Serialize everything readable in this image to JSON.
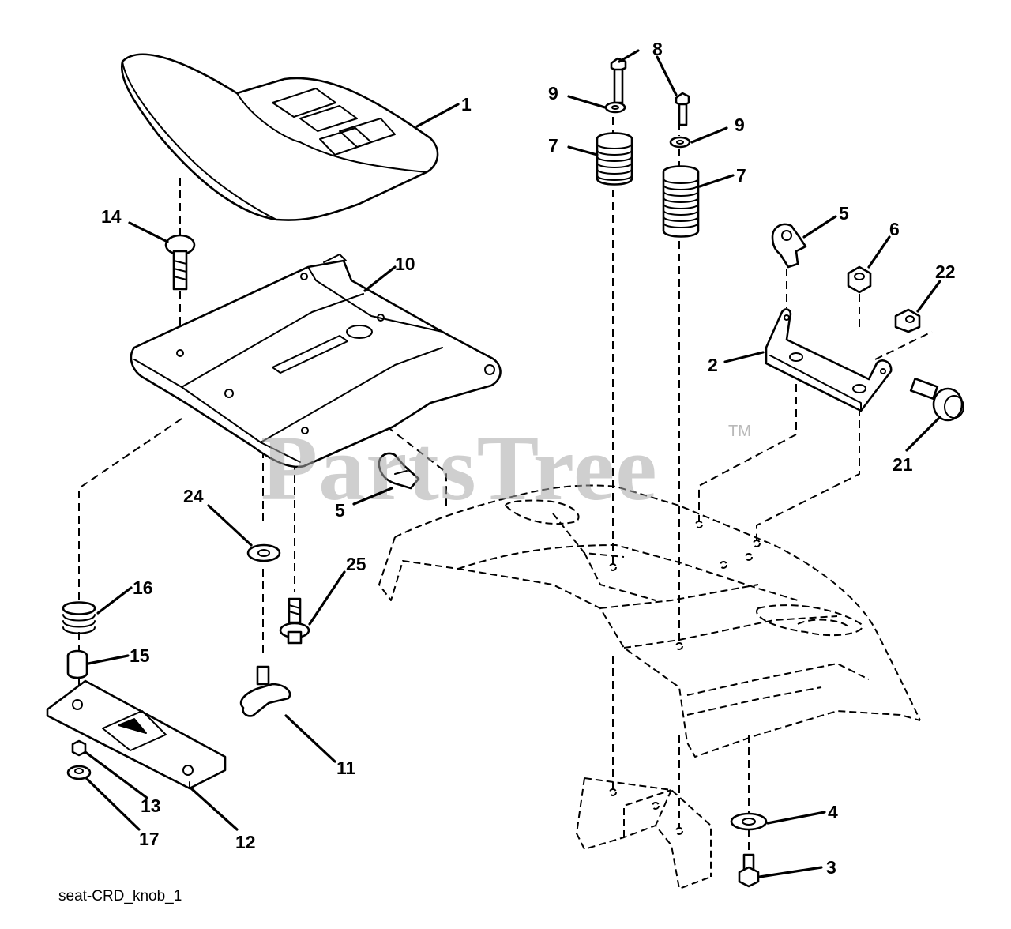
{
  "diagram": {
    "caption": "seat-CRD_knob_1",
    "watermark": "PartsTree",
    "watermark_mark": "TM",
    "callouts": {
      "c1": "1",
      "c2": "2",
      "c3": "3",
      "c4": "4",
      "c5a": "5",
      "c5b": "5",
      "c6": "6",
      "c7a": "7",
      "c7b": "7",
      "c8": "8",
      "c9a": "9",
      "c9b": "9",
      "c10": "10",
      "c11": "11",
      "c12": "12",
      "c13": "13",
      "c14": "14",
      "c15": "15",
      "c16": "16",
      "c17": "17",
      "c21": "21",
      "c22": "22",
      "c24": "24",
      "c25": "25"
    }
  }
}
